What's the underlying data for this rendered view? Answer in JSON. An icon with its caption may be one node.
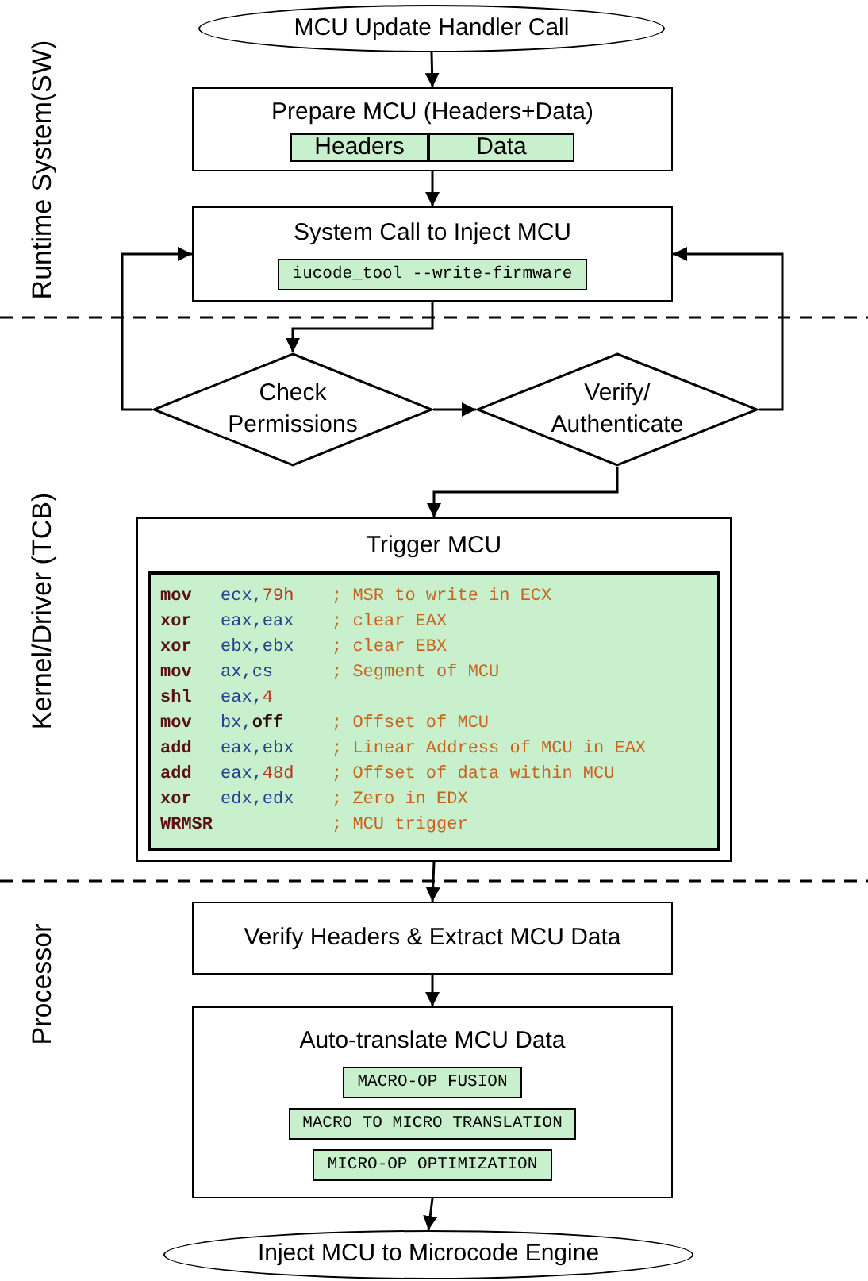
{
  "diagram": {
    "nodes": [
      {
        "text": [
          "MCU Update Handler Call"
        ]
      },
      {
        "text": [
          "Prepare MCU (Headers+Data)"
        ]
      },
      {
        "text": [
          "Headers"
        ],
        "in": 1
      },
      {
        "text": [
          "Data"
        ],
        "in": 1
      },
      {
        "text": [
          "System Call to Inject MCU"
        ]
      },
      {
        "text": [
          "iucode_tool --write-firmware"
        ],
        "in": 4
      },
      {
        "text": [
          "Check Permissions"
        ]
      },
      {
        "text": [
          "Verify/ Authenticate"
        ]
      },
      {
        "text": [
          "Trigger MCU"
        ]
      },
      {
        "text": [
          "mov ecx,79h ; MSR to write in ECX",
          "xor eax,eax ; clear EAX",
          "xor ebx,ebx ; clear EBX",
          "mov ax,cs ; Segment of MCU",
          "shl eax,4",
          "mov bx,**off** ; Offset of MCU",
          "add eax,ebx ; Linear Address of MCU in EAX",
          "add eax,48d ; Offset of data within MCU",
          "xor edx,edx ; Zero in EDX",
          "WRMSR ; MCU trigger"
        ],
        "in": 8
      },
      {
        "text": [
          "Verify Headers & Extract MCU Data"
        ]
      },
      {
        "text": [
          "Auto-translate MCU Data"
        ]
      },
      {
        "text": [
          "MACRO-OP FUSION"
        ],
        "in": 11
      },
      {
        "text": [
          "MACRO TO MICRO TRANSLATION"
        ],
        "in": 11
      },
      {
        "text": [
          "MICRO-OP OPTIMIZATION"
        ],
        "in": 11
      },
      {
        "text": [
          "Inject MCU to Microcode Engine"
        ]
      }
    ],
    "edges": [
      {
        "from": 0,
        "to": 1,
        "arrow": "to"
      },
      {
        "from": 1,
        "to": 4,
        "arrow": "to"
      },
      {
        "from": 4,
        "to": 6,
        "arrow": "to"
      },
      {
        "from": 6,
        "to": 7,
        "arrow": "to"
      },
      {
        "from": 6,
        "to": 4,
        "arrow": "to"
      },
      {
        "from": 7,
        "to": 4,
        "arrow": "to"
      },
      {
        "from": 7,
        "to": 8,
        "arrow": "to"
      },
      {
        "from": 8,
        "to": 10,
        "arrow": "to"
      },
      {
        "from": 10,
        "to": 11,
        "arrow": "to"
      },
      {
        "from": 11,
        "to": 15,
        "arrow": "to"
      }
    ],
    "labels": [
      "Runtime System(SW)",
      "Kernel/Driver (TCB)",
      "Processor"
    ]
  }
}
